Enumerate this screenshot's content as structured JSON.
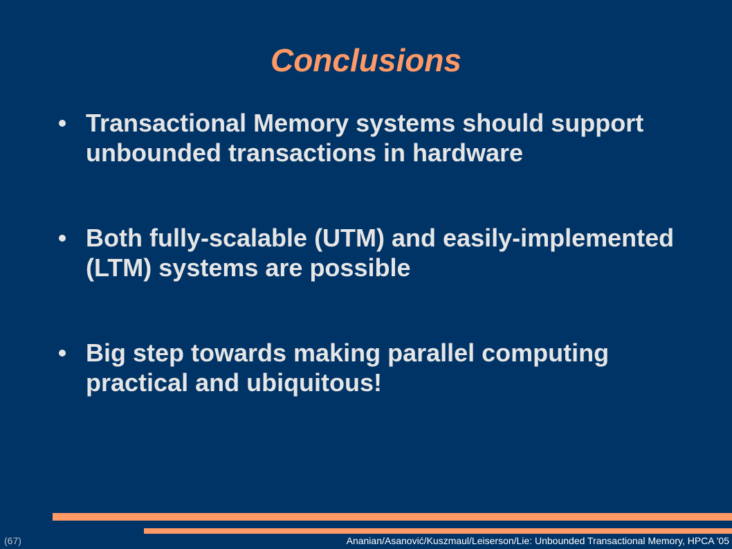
{
  "slide": {
    "title": "Conclusions",
    "bullets": [
      "Transactional Memory systems should support unbounded transactions in hardware",
      "Both fully-scalable (UTM) and easily-implemented (LTM) systems are possible",
      "Big step towards making parallel computing practical and ubiquitous!"
    ],
    "slide_number": "(67)",
    "footer": "Ananian/Asanović/Kuszmaul/Leiserson/Lie: Unbounded Transactional Memory, HPCA '05"
  },
  "colors": {
    "background": "#003366",
    "title": "#ff9966",
    "text": "#e6e6e6",
    "accent_bars": "#ff9966"
  }
}
